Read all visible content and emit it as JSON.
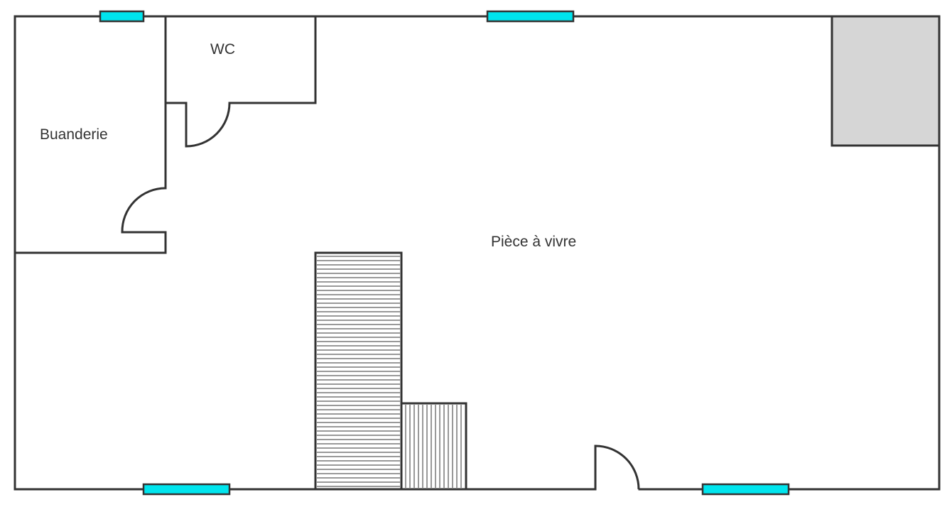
{
  "rooms": {
    "wc": "WC",
    "buanderie": "Buanderie",
    "piece_a_vivre": "Pièce à vivre"
  },
  "colors": {
    "wall": "#333333",
    "window": "#00e5ee",
    "block": "#d6d6d6",
    "background": "#ffffff"
  }
}
